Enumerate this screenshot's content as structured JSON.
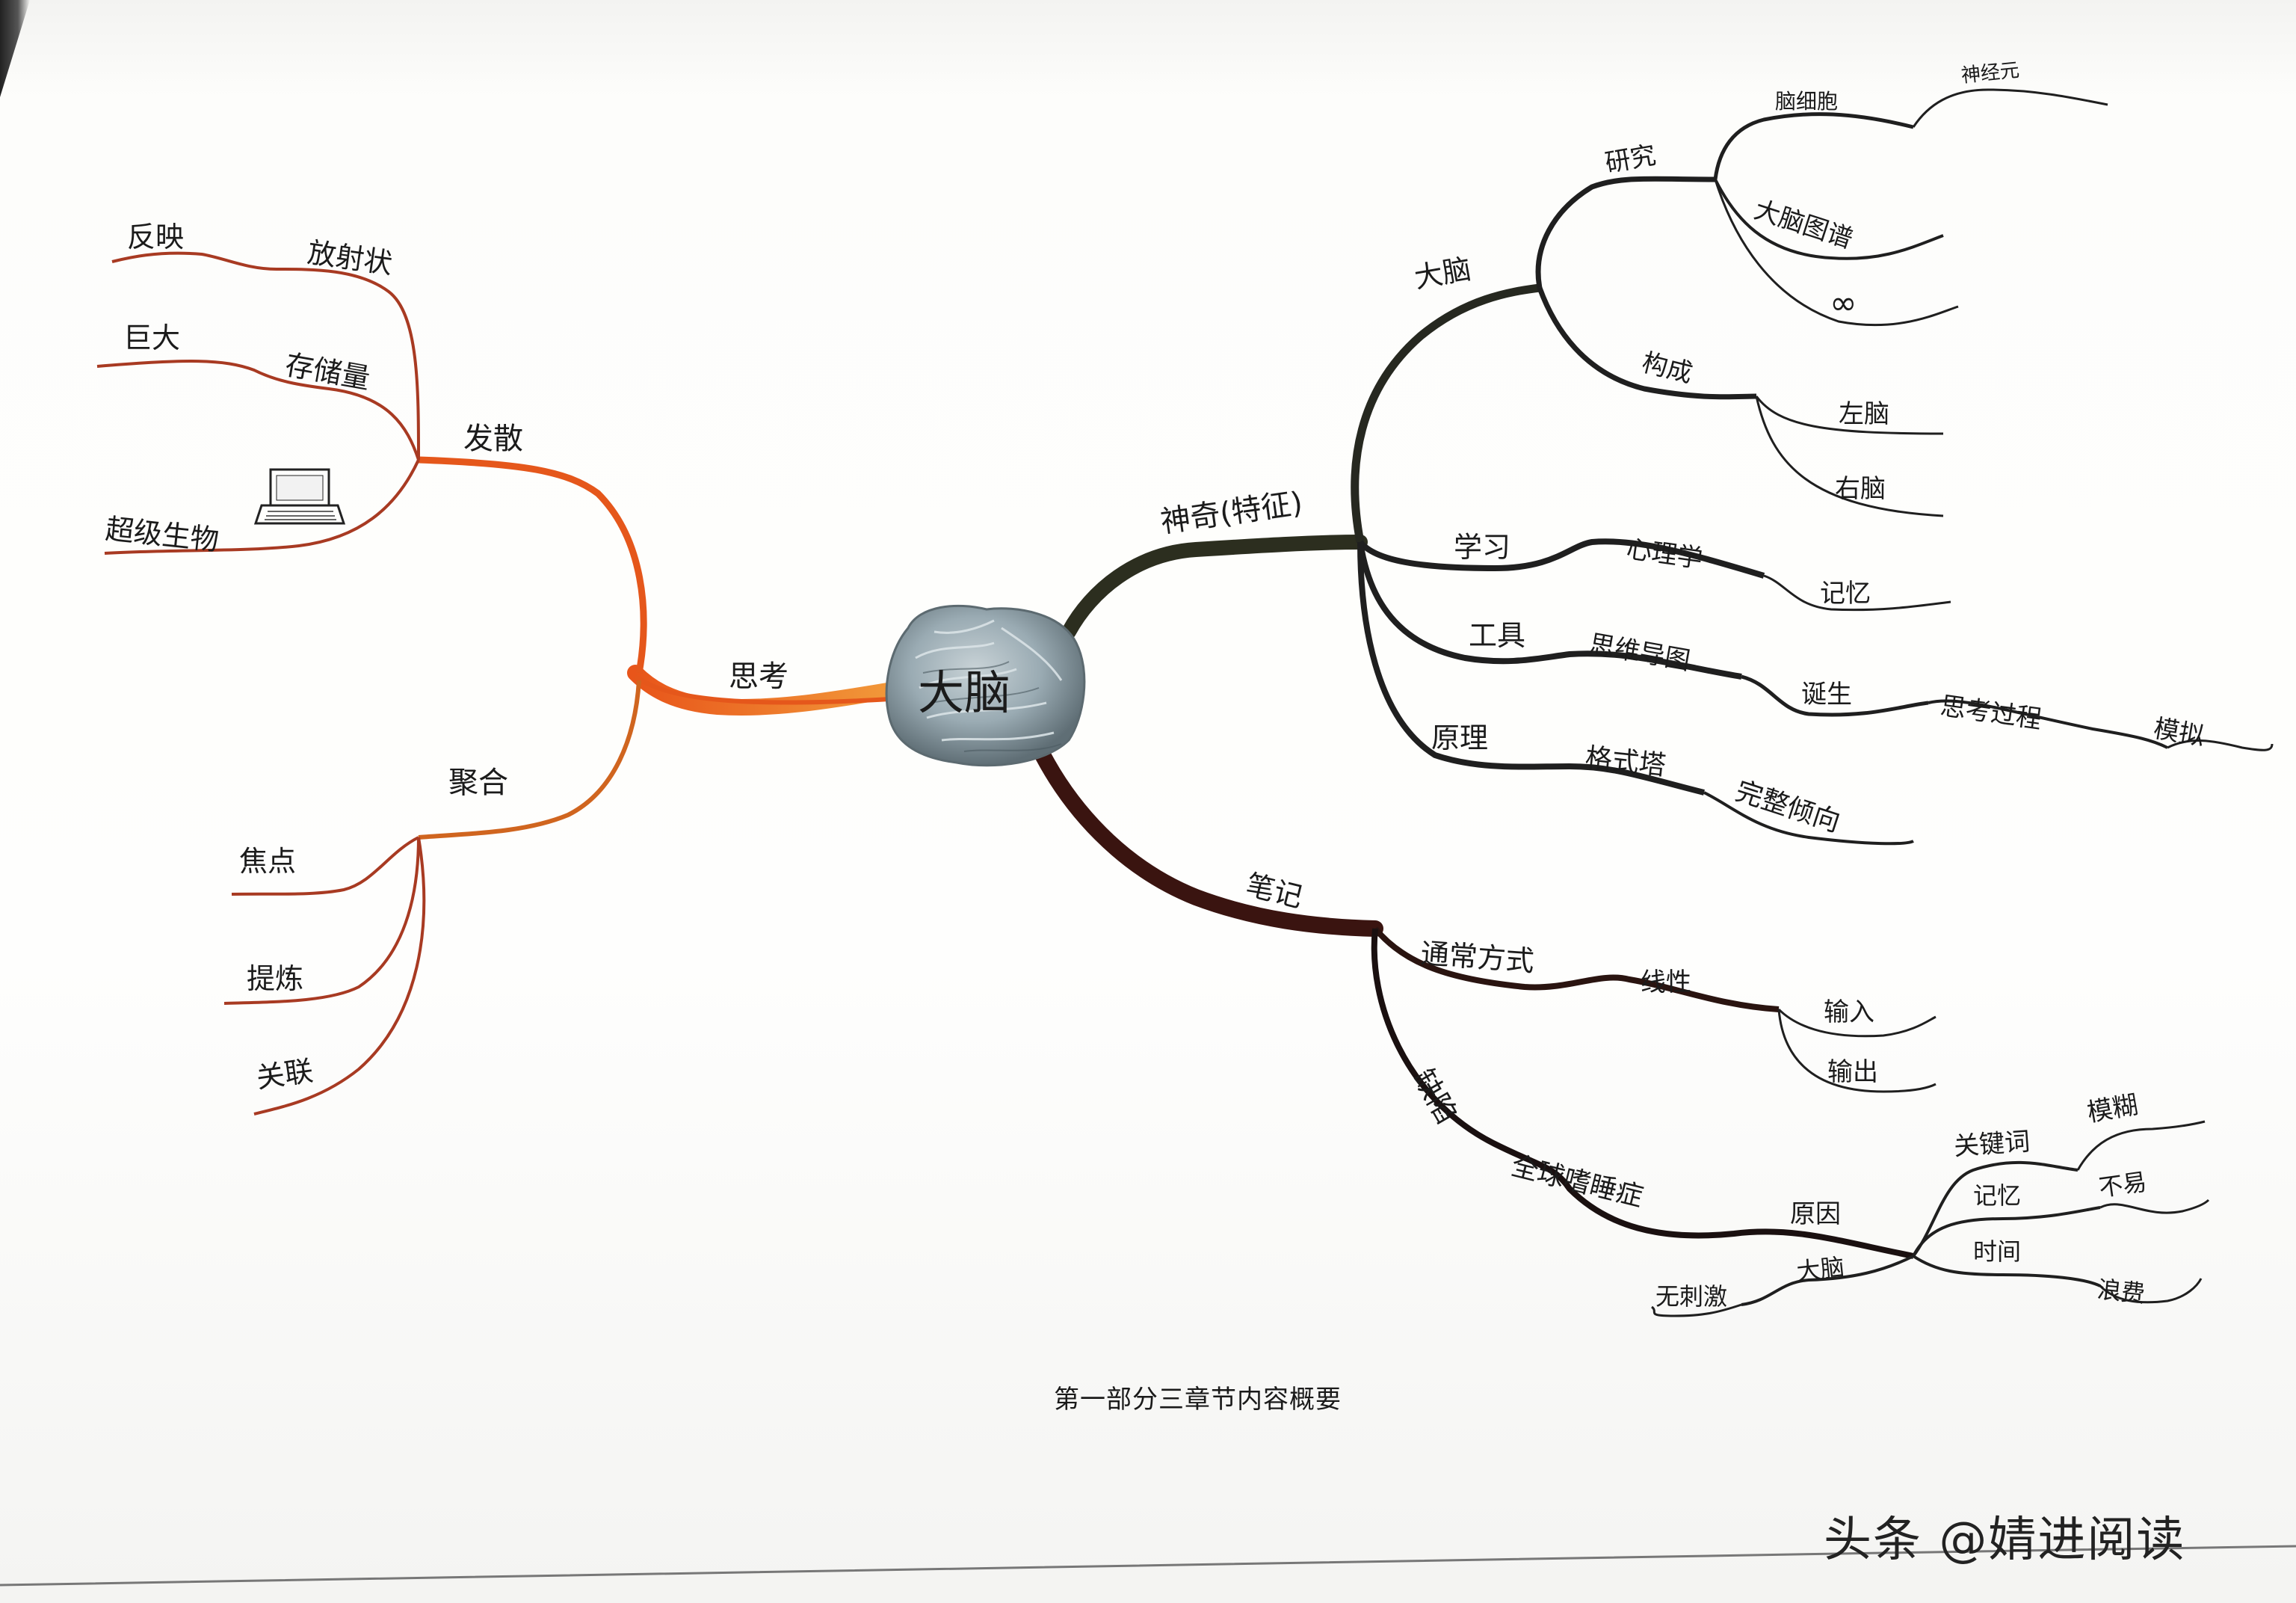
{
  "central": {
    "label": "大脑"
  },
  "branches": {
    "thinking": {
      "label": "思考",
      "divergent": {
        "label": "发散",
        "items": [
          "放射状",
          "反映",
          "存储量",
          "巨大",
          "超级生物"
        ]
      },
      "convergent": {
        "label": "聚合",
        "items": [
          "焦点",
          "提炼",
          "关联"
        ]
      }
    },
    "magic": {
      "label": "神奇(特征)",
      "brain": {
        "label": "大脑",
        "research": {
          "label": "研究",
          "items": [
            "脑细胞",
            "神经元",
            "大脑图谱",
            "∞"
          ]
        },
        "structure": {
          "label": "构成",
          "items": [
            "左脑",
            "右脑"
          ]
        }
      },
      "learning": {
        "label": "学习",
        "items": [
          "心理学",
          "记忆"
        ]
      },
      "tools": {
        "label": "工具",
        "items": [
          "思维导图",
          "诞生",
          "思考过程",
          "模拟"
        ]
      },
      "principle": {
        "label": "原理",
        "items": [
          "格式塔",
          "完整倾向"
        ]
      }
    },
    "notes": {
      "label": "笔记",
      "usual": {
        "label": "通常方式",
        "items": [
          "线性",
          "输入",
          "输出"
        ]
      },
      "defect": {
        "label": "缺陷",
        "disease": "全球嗜睡症",
        "cause": "原因",
        "keywords": "关键词",
        "memory": "记忆",
        "time": "时间",
        "vague": "模糊",
        "not_easy": "不易",
        "waste": "浪费",
        "brain": "大脑",
        "no_stimulus": "无刺激"
      }
    }
  },
  "caption": "第一部分三章节内容概要",
  "watermark": "头条 @婧进阅读",
  "colors": {
    "left_branch": "#e5571b",
    "left_sub": "#a83a22",
    "magic_branch": "#2c2e1f",
    "notes_branch": "#3a1410",
    "ink": "#1b1b1b",
    "brain_stone": "#8fa0a8"
  }
}
